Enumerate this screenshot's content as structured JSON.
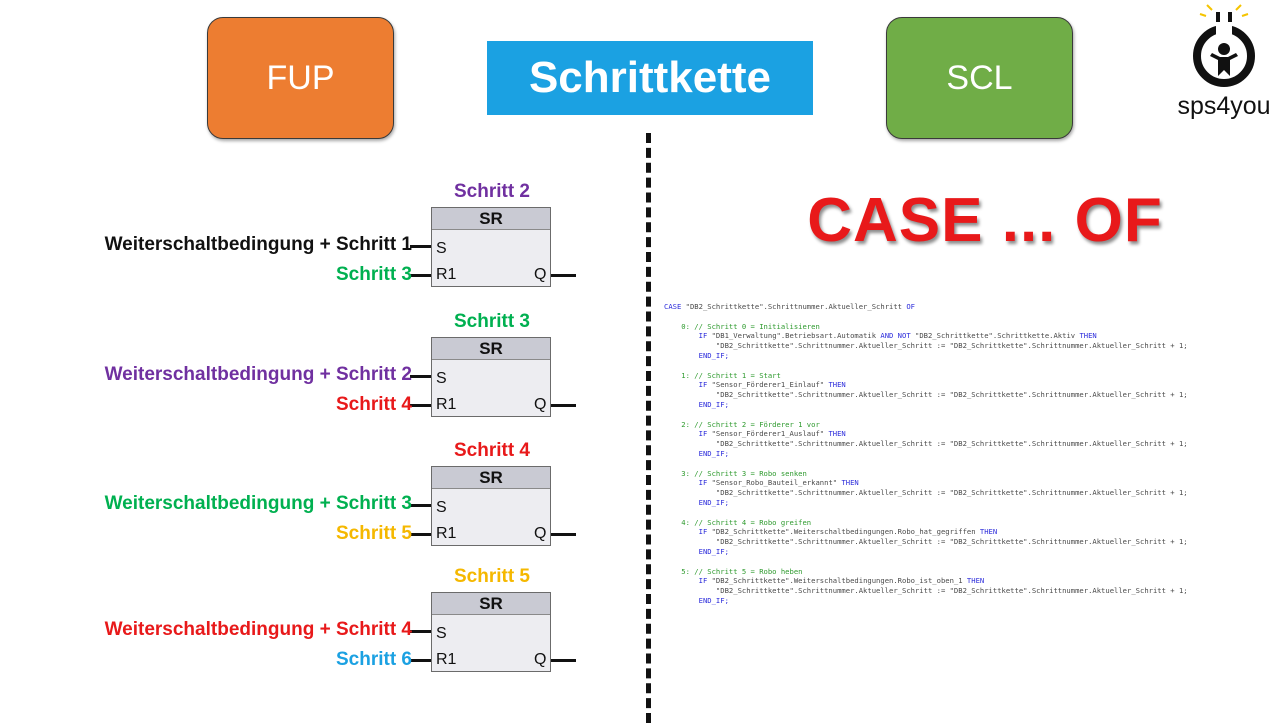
{
  "header": {
    "fup_label": "FUP",
    "title": "Schrittkette",
    "scl_label": "SCL",
    "logo_text": "sps4you"
  },
  "colors": {
    "fup": "#ED7D31",
    "scl": "#70AD47",
    "title_bg": "#1BA1E2",
    "black": "#111111",
    "purple": "#7030A0",
    "green": "#00B050",
    "red": "#E8191A",
    "yellow": "#F5B800",
    "cyan": "#1BA1E2"
  },
  "fup_blocks": [
    {
      "step_label": "Schritt 2",
      "step_color": "#7030A0",
      "block_type": "SR",
      "pin_s": "S",
      "pin_r": "R1",
      "pin_q": "Q",
      "set_prefix": "Weiterschaltbedingung + ",
      "set_step": "Schritt 1",
      "set_color": "#111111",
      "reset_label": "Schritt 3",
      "reset_color": "#00B050"
    },
    {
      "step_label": "Schritt 3",
      "step_color": "#00B050",
      "block_type": "SR",
      "pin_s": "S",
      "pin_r": "R1",
      "pin_q": "Q",
      "set_prefix": "Weiterschaltbedingung + ",
      "set_step": "Schritt 2",
      "set_color": "#7030A0",
      "reset_label": "Schritt 4",
      "reset_color": "#E8191A"
    },
    {
      "step_label": "Schritt 4",
      "step_color": "#E8191A",
      "block_type": "SR",
      "pin_s": "S",
      "pin_r": "R1",
      "pin_q": "Q",
      "set_prefix": "Weiterschaltbedingung + ",
      "set_step": "Schritt 3",
      "set_color": "#00B050",
      "reset_label": "Schritt 5",
      "reset_color": "#F5B800"
    },
    {
      "step_label": "Schritt 5",
      "step_color": "#F5B800",
      "block_type": "SR",
      "pin_s": "S",
      "pin_r": "R1",
      "pin_q": "Q",
      "set_prefix": "Weiterschaltbedingung + ",
      "set_step": "Schritt 4",
      "set_color": "#E8191A",
      "reset_label": "Schritt 6",
      "reset_color": "#1BA1E2"
    }
  ],
  "scl": {
    "heading": "CASE ... OF",
    "case_line": {
      "kw1": "CASE",
      "expr": " \"DB2_Schrittkette\".Schrittnummer.Aktueller_Schritt ",
      "kw2": "OF"
    },
    "cases": [
      {
        "label": "0:",
        "comment": "// Schritt 0 = Initialisieren",
        "cond": "\"DB1_Verwaltung\".Betriebsart.Automatik AND NOT \"DB2_Schrittkette\".Schrittkette.Aktiv",
        "assign": "\"DB2_Schrittkette\".Schrittnummer.Aktueller_Schritt := \"DB2_Schrittkette\".Schrittnummer.Aktueller_Schritt + 1;"
      },
      {
        "label": "1:",
        "comment": "// Schritt 1 = Start",
        "cond": "\"Sensor_Förderer1_Einlauf\"",
        "assign": "\"DB2_Schrittkette\".Schrittnummer.Aktueller_Schritt := \"DB2_Schrittkette\".Schrittnummer.Aktueller_Schritt + 1;"
      },
      {
        "label": "2:",
        "comment": "// Schritt 2 = Förderer 1 vor",
        "cond": "\"Sensor_Förderer1_Auslauf\"",
        "assign": "\"DB2_Schrittkette\".Schrittnummer.Aktueller_Schritt := \"DB2_Schrittkette\".Schrittnummer.Aktueller_Schritt + 1;"
      },
      {
        "label": "3:",
        "comment": "// Schritt 3 = Robo senken",
        "cond": "\"Sensor_Robo_Bauteil_erkannt\"",
        "assign": "\"DB2_Schrittkette\".Schrittnummer.Aktueller_Schritt := \"DB2_Schrittkette\".Schrittnummer.Aktueller_Schritt + 1;"
      },
      {
        "label": "4:",
        "comment": "// Schritt 4 = Robo greifen",
        "cond": "\"DB2_Schrittkette\".Weiterschaltbedingungen.Robo_hat_gegriffen",
        "assign": "\"DB2_Schrittkette\".Schrittnummer.Aktueller_Schritt := \"DB2_Schrittkette\".Schrittnummer.Aktueller_Schritt + 1;"
      },
      {
        "label": "5:",
        "comment": "// Schritt 5 = Robo heben",
        "cond": "\"DB2_Schrittkette\".Weiterschaltbedingungen.Robo_ist_oben_1",
        "assign": "\"DB2_Schrittkette\".Schrittnummer.Aktueller_Schritt := \"DB2_Schrittkette\".Schrittnummer.Aktueller_Schritt + 1;"
      }
    ],
    "kw_if": "IF",
    "kw_then": "THEN",
    "kw_endif": "END_IF;"
  }
}
